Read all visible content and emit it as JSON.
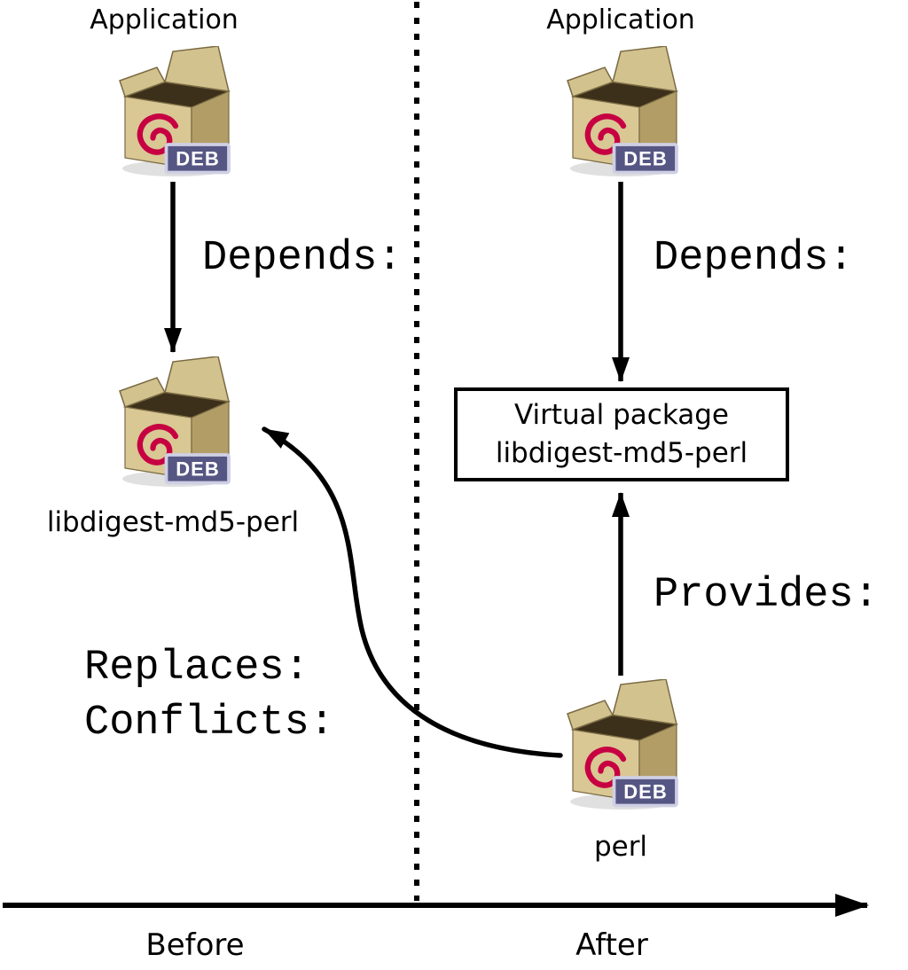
{
  "diagram": {
    "deb_badge": "DEB",
    "before": {
      "application_label": "Application",
      "depends_label": "Depends:",
      "package_label": "libdigest-md5-perl",
      "replaces_label": "Replaces:",
      "conflicts_label": "Conflicts:",
      "axis_label": "Before"
    },
    "after": {
      "application_label": "Application",
      "depends_label": "Depends:",
      "virtual_package": {
        "line1": "Virtual package",
        "line2": "libdigest-md5-perl"
      },
      "provides_label": "Provides:",
      "package_label": "perl",
      "axis_label": "After"
    },
    "colors": {
      "arrow": "#000000",
      "background": "#ffffff",
      "box_front": "#d9c794",
      "box_side": "#b29d67",
      "box_flap": "#d2c28e",
      "box_inner": "#3c301b",
      "swirl": "#c70042",
      "badge_bg": "#565684",
      "badge_border": "#cfcfe4",
      "badge_text": "#ffffff"
    }
  }
}
